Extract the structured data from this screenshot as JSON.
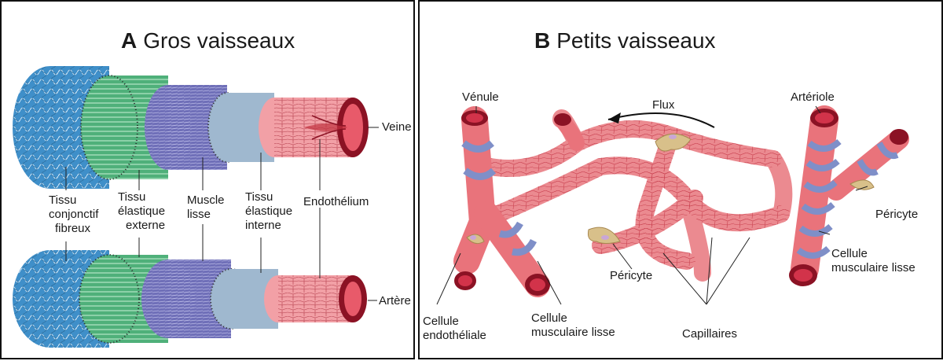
{
  "panel_a": {
    "title_letter": "A",
    "title_text": "Gros vaisseaux",
    "vessel_top": "Veine",
    "vessel_bottom": "Artère",
    "layers": {
      "tissu_conjonctif": [
        "Tissu",
        "conjonctif",
        "fibreux"
      ],
      "tissu_elastique_externe": [
        "Tissu",
        "élastique",
        "externe"
      ],
      "muscle_lisse": [
        "Muscle",
        "lisse"
      ],
      "tissu_elastique_interne": [
        "Tissu",
        "élastique",
        "interne"
      ],
      "endothelium": "Endothélium"
    }
  },
  "panel_b": {
    "title_letter": "B",
    "title_text": "Petits vaisseaux",
    "venule": "Vénule",
    "arteriole": "Artériole",
    "flux": "Flux",
    "pericyte_right": "Péricyte",
    "pericyte_bottom": "Péricyte",
    "cellule_musculaire_right": [
      "Cellule",
      "musculaire lisse"
    ],
    "cellule_musculaire_bottom": [
      "Cellule",
      "musculaire lisse"
    ],
    "cellule_endotheliale": [
      "Cellule",
      "endothéliale"
    ],
    "capillaires": "Capillaires"
  },
  "colors": {
    "conjonctif": "#3f8fc9",
    "elastique_externe": "#4fb07a",
    "muscle": "#6f6fb8",
    "elastique_interne": "#9fb8cf",
    "endothelium": "#e85a6a",
    "vessel": "#e9737b",
    "muscle_band": "#7f8fc8",
    "pericyte": "#d8c08a"
  }
}
